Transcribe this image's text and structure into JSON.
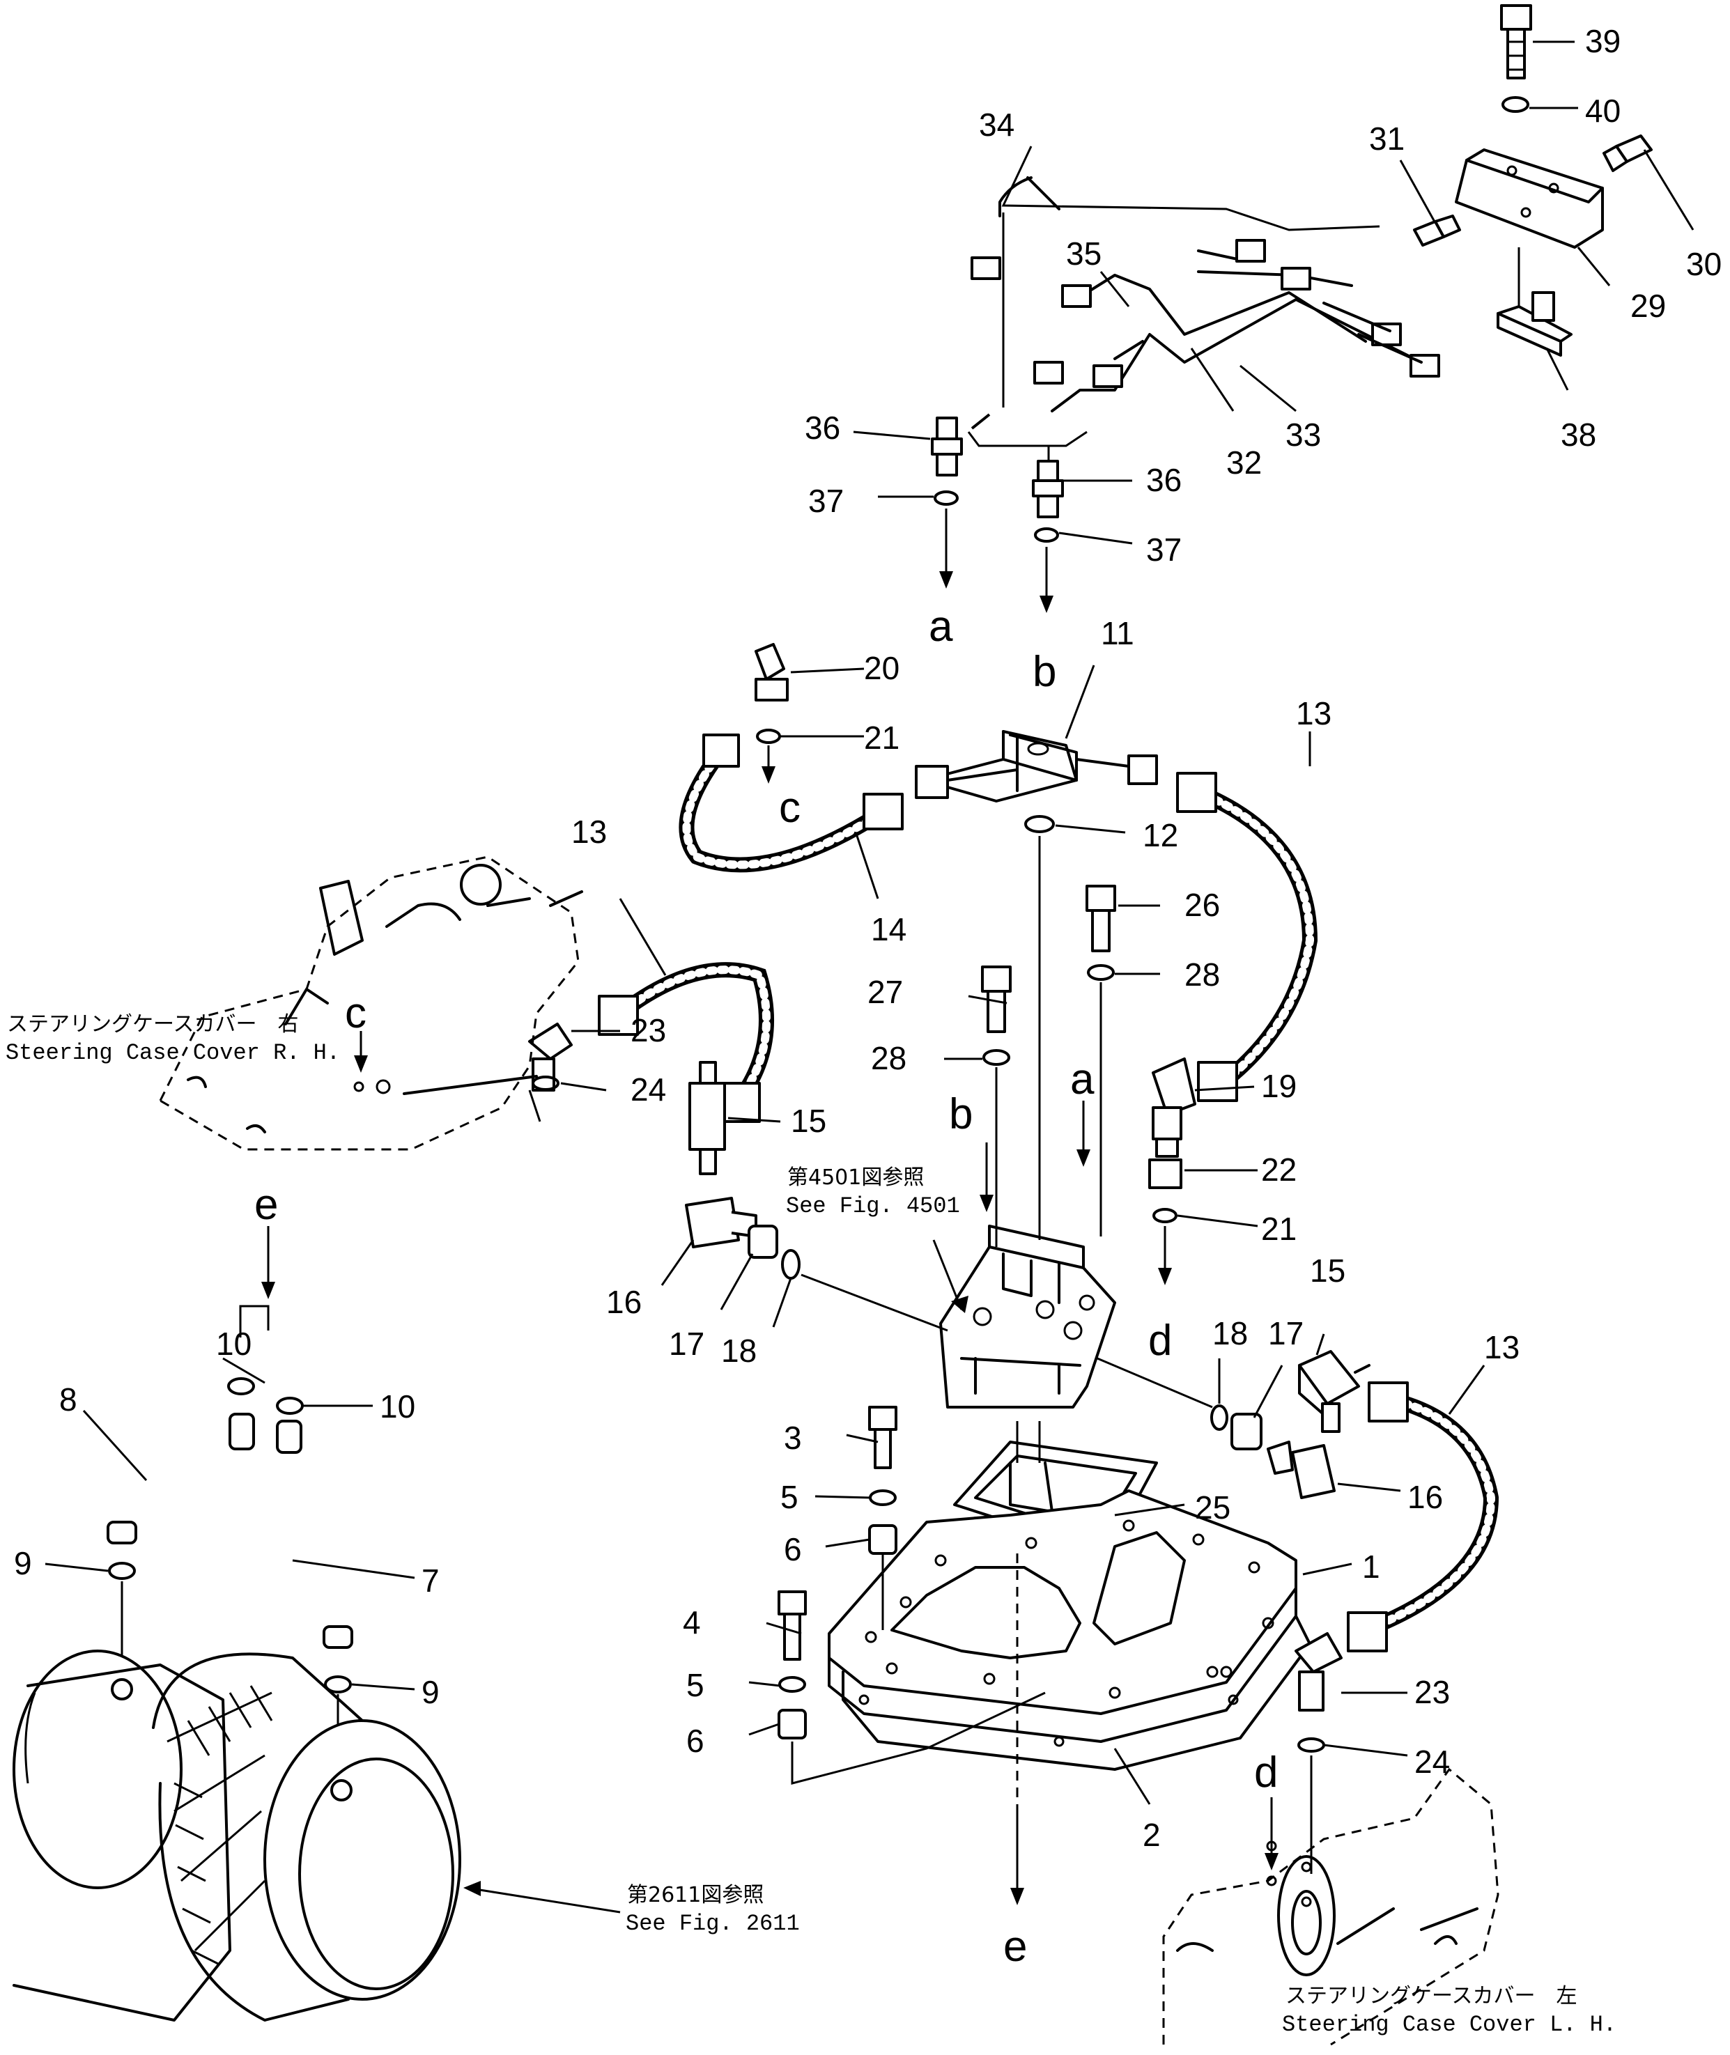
{
  "callouts": {
    "c1": "1",
    "c2": "2",
    "c3": "3",
    "c4": "4",
    "c5a": "5",
    "c5b": "5",
    "c6a": "6",
    "c6b": "6",
    "c7": "7",
    "c8": "8",
    "c9a": "9",
    "c9b": "9",
    "c10a": "10",
    "c10b": "10",
    "c11": "11",
    "c12": "12",
    "c13a": "13",
    "c13b": "13",
    "c13c": "13",
    "c14": "14",
    "c15a": "15",
    "c15b": "15",
    "c16a": "16",
    "c16b": "16",
    "c17a": "17",
    "c17b": "17",
    "c18a": "18",
    "c18b": "18",
    "c19": "19",
    "c20": "20",
    "c21a": "21",
    "c21b": "21",
    "c22": "22",
    "c23a": "23",
    "c23b": "23",
    "c24a": "24",
    "c24b": "24",
    "c25": "25",
    "c26": "26",
    "c27": "27",
    "c28a": "28",
    "c28b": "28",
    "c29": "29",
    "c30": "30",
    "c31": "31",
    "c32": "32",
    "c33": "33",
    "c34": "34",
    "c35": "35",
    "c36a": "36",
    "c36b": "36",
    "c37a": "37",
    "c37b": "37",
    "c38": "38",
    "c39": "39",
    "c40": "40"
  },
  "connections": {
    "a1": "a",
    "a2": "a",
    "b1": "b",
    "b2": "b",
    "c1": "c",
    "c2": "c",
    "d1": "d",
    "d2": "d",
    "e1": "e",
    "e2": "e"
  },
  "notes": {
    "rh_jp": "ステアリングケースカバー　右",
    "rh_en": "Steering Case Cover R. H.",
    "lh_jp": "ステアリングケースカバー　左",
    "lh_en": "Steering Case Cover L. H.",
    "fig4501_jp": "第4501図参照",
    "fig4501_en": "See Fig. 4501",
    "fig2611_jp": "第2611図参照",
    "fig2611_en": "See Fig. 2611"
  }
}
